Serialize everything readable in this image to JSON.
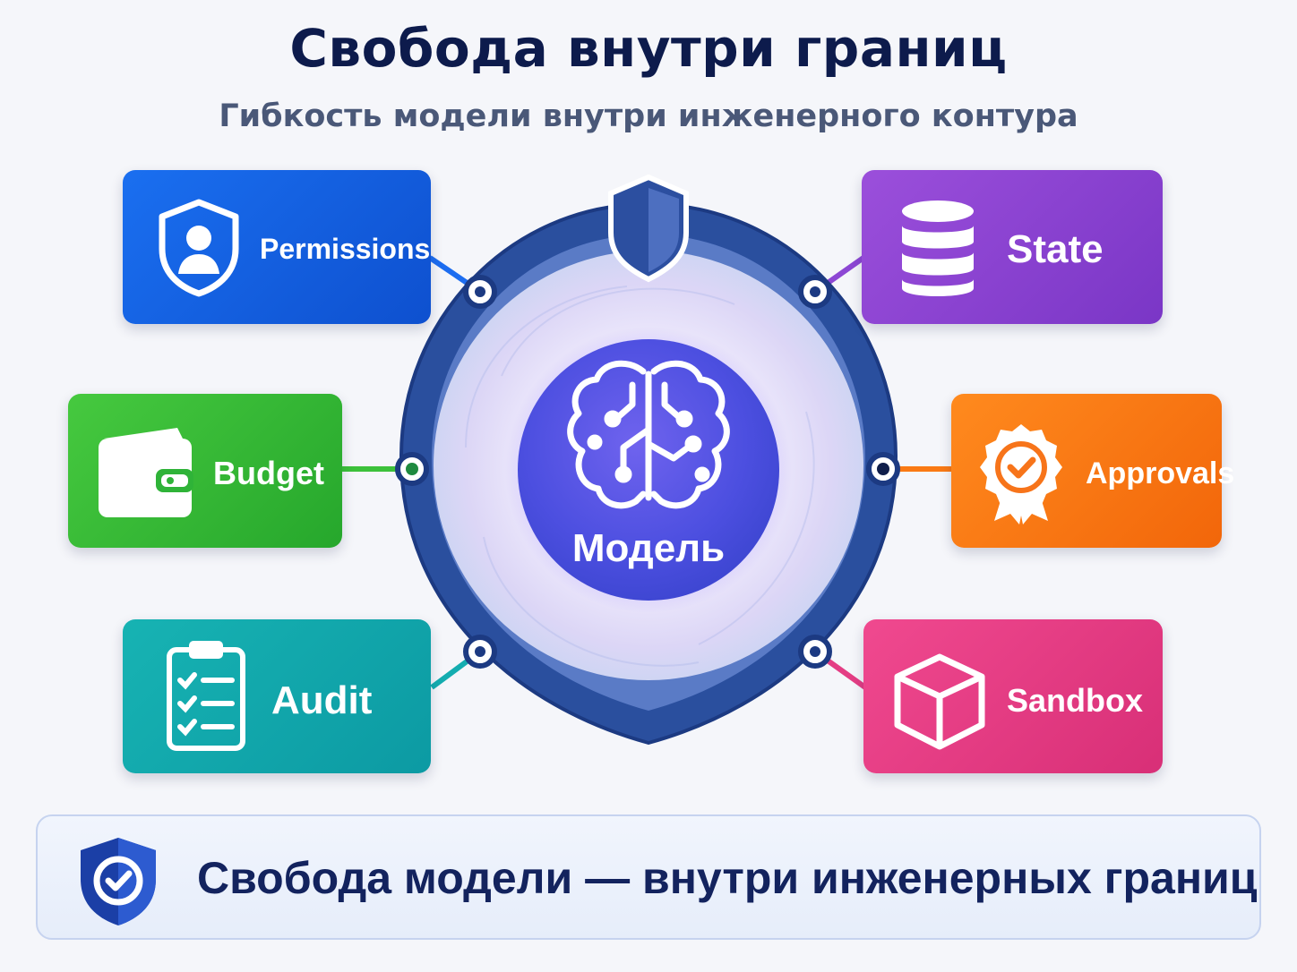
{
  "title": "Свобода внутри границ",
  "subtitle": "Гибкость модели внутри инженерного контура",
  "center": {
    "label": "Модель",
    "icon": "brain-circuit-icon"
  },
  "cards": {
    "permissions": {
      "label": "Permissions",
      "icon": "shield-user-icon",
      "color": "#1565e8"
    },
    "budget": {
      "label": "Budget",
      "icon": "wallet-icon",
      "color": "#38b936"
    },
    "audit": {
      "label": "Audit",
      "icon": "clipboard-checklist-icon",
      "color": "#13a8ac"
    },
    "state": {
      "label": "State",
      "icon": "database-icon",
      "color": "#8c45d3"
    },
    "approvals": {
      "label": "Approvals",
      "icon": "badge-check-icon",
      "color": "#fa7a14"
    },
    "sandbox": {
      "label": "Sandbox",
      "icon": "cube-icon",
      "color": "#e43d84"
    }
  },
  "ring_icon": "shield-icon",
  "banner": {
    "text": "Свобода модели — внутри инженерных границ",
    "icon": "shield-check-icon"
  }
}
